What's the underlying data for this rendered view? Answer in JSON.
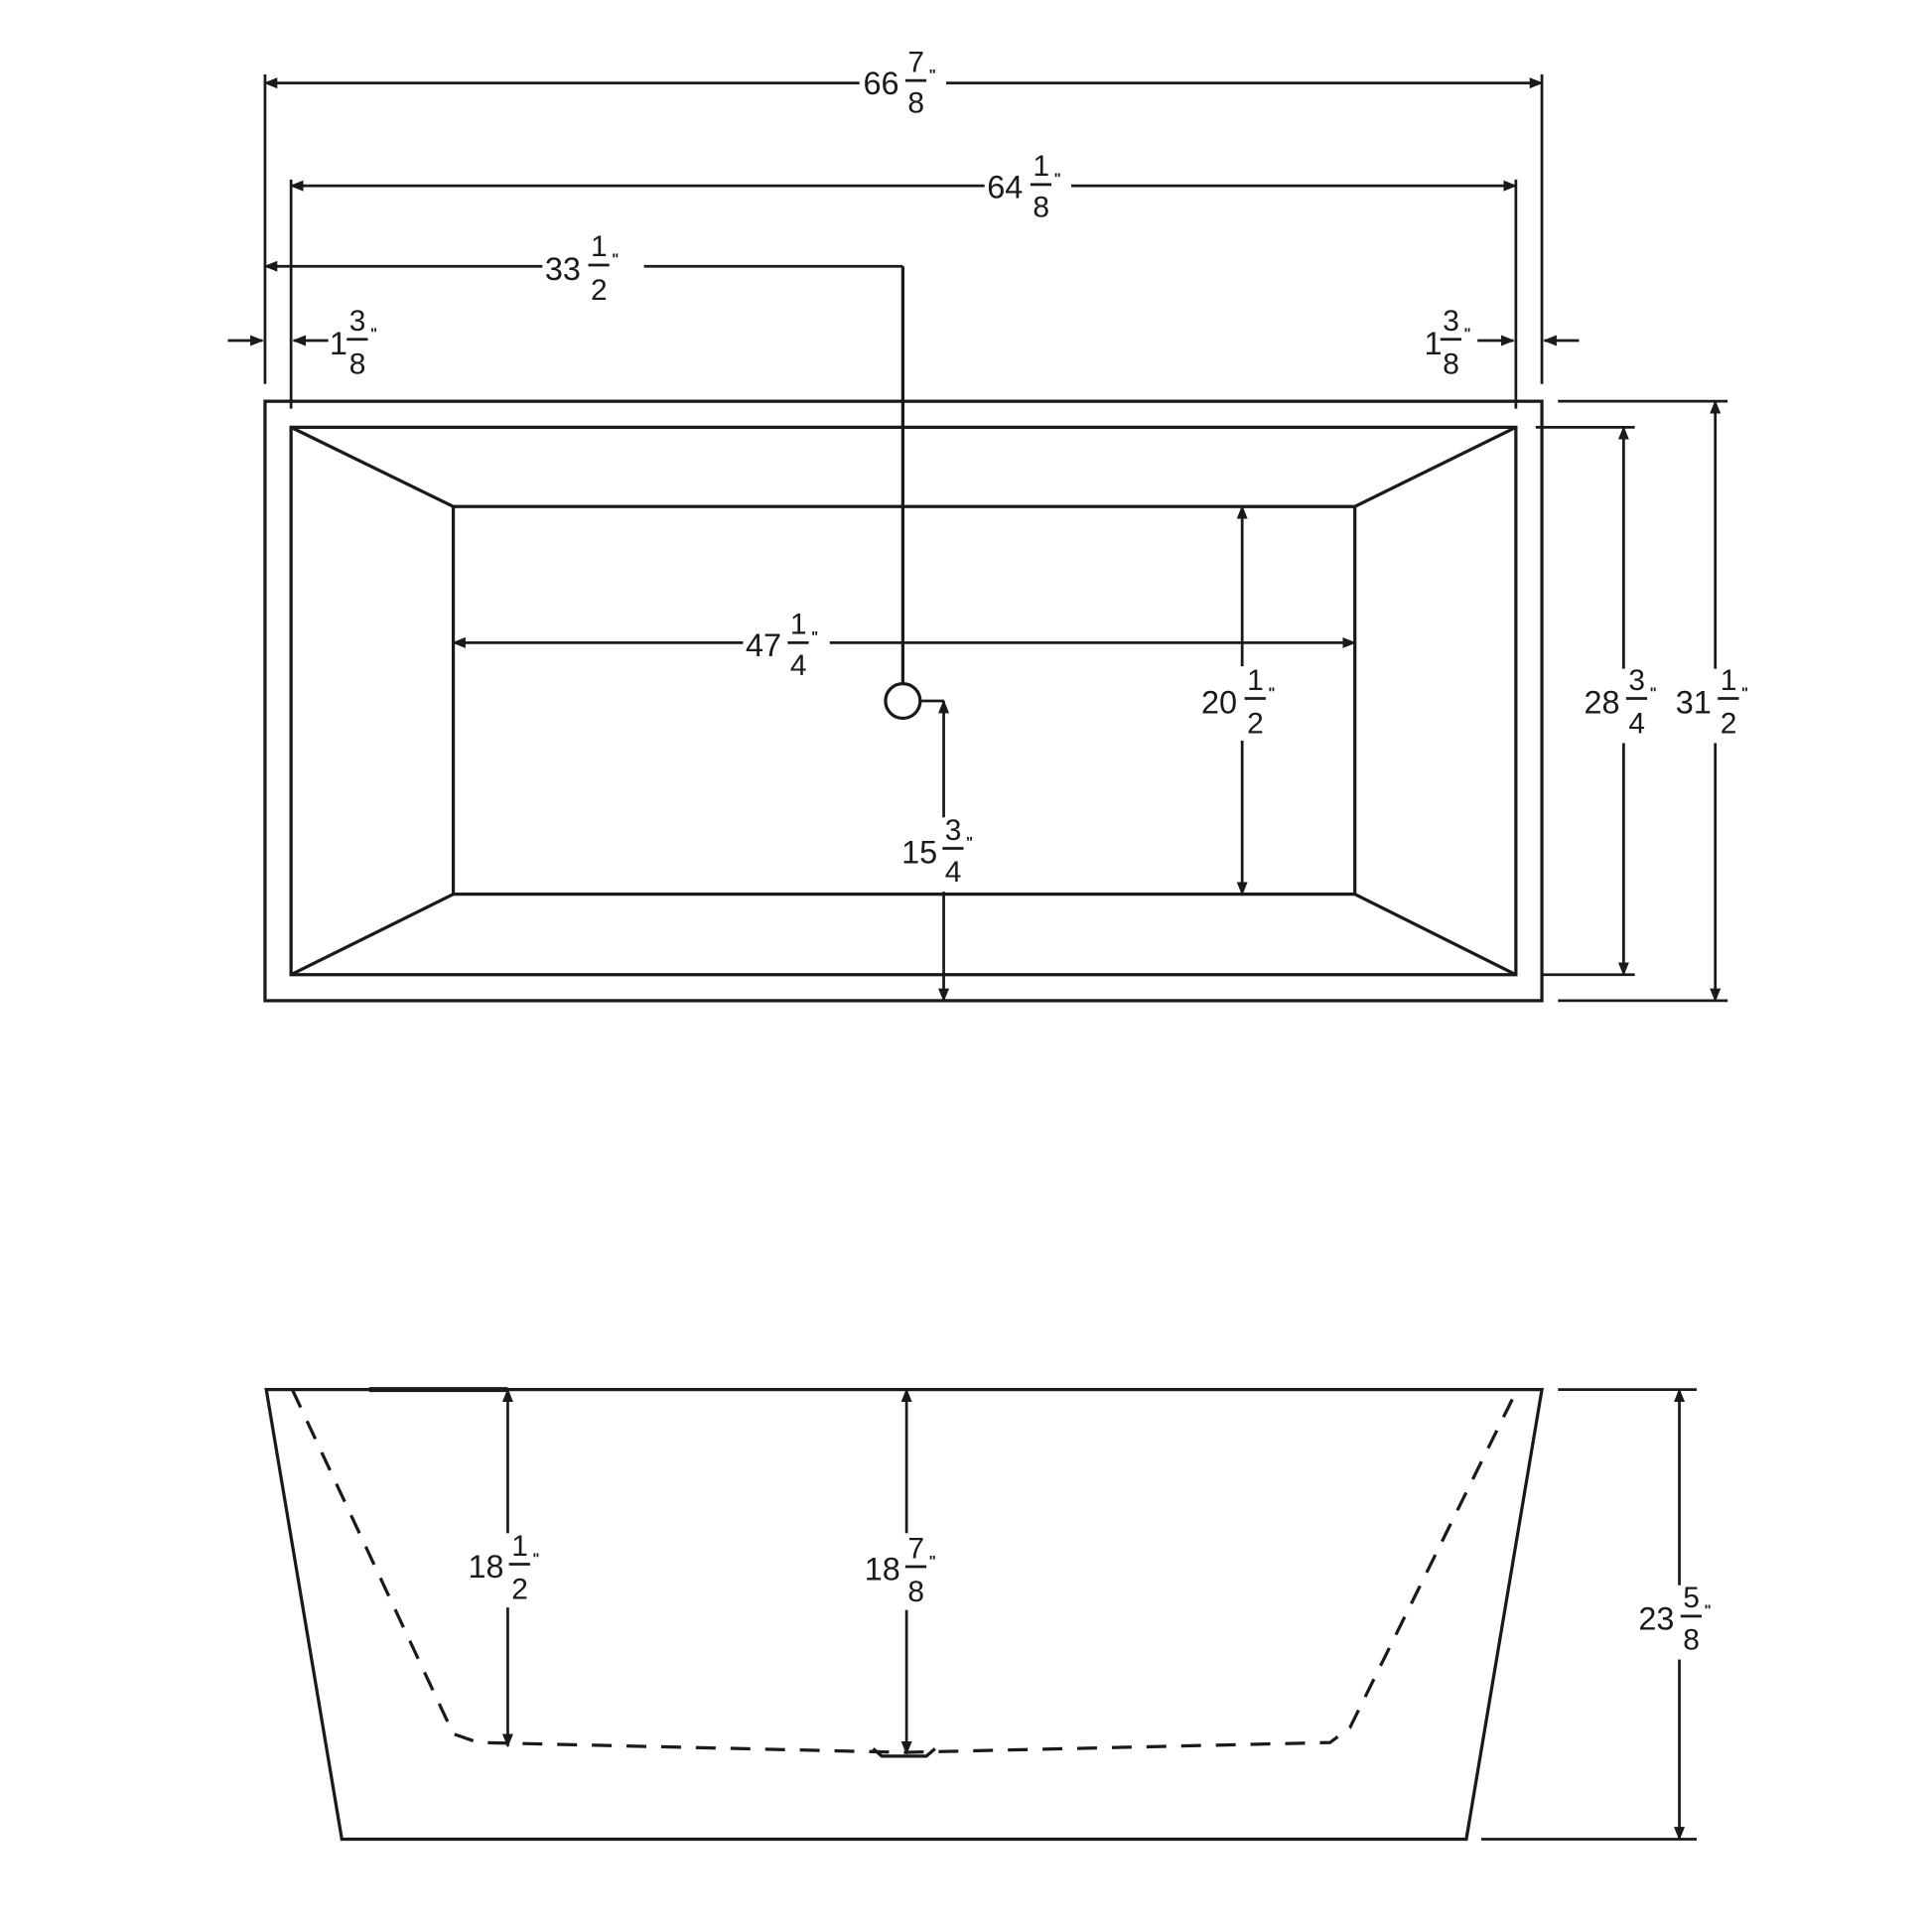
{
  "drawing": {
    "title": "Freestanding rectangular bathtub dimension drawing",
    "views": [
      "top-view",
      "side-view"
    ],
    "line_color": "#1a1a1a",
    "background": "#ffffff"
  },
  "top_view": {
    "dims": {
      "overall_length": {
        "whole": "66",
        "num": "7",
        "den": "8",
        "unit": "\"",
        "value_in": 66.875
      },
      "rim_length": {
        "whole": "64",
        "num": "1",
        "den": "8",
        "unit": "\"",
        "value_in": 64.125
      },
      "drain_from_left": {
        "whole": "33",
        "num": "1",
        "den": "2",
        "unit": "\"",
        "value_in": 33.5
      },
      "left_rim_thickness": {
        "whole": "1",
        "num": "3",
        "den": "8",
        "unit": "\"",
        "value_in": 1.375
      },
      "right_rim_thickness": {
        "whole": "1",
        "num": "3",
        "den": "8",
        "unit": "\"",
        "value_in": 1.375
      },
      "basin_length": {
        "whole": "47",
        "num": "1",
        "den": "4",
        "unit": "\"",
        "value_in": 47.25
      },
      "basin_width": {
        "whole": "20",
        "num": "1",
        "den": "2",
        "unit": "\"",
        "value_in": 20.5
      },
      "drain_from_front": {
        "whole": "15",
        "num": "3",
        "den": "4",
        "unit": "\"",
        "value_in": 15.75
      },
      "rim_width": {
        "whole": "28",
        "num": "3",
        "den": "4",
        "unit": "\"",
        "value_in": 28.75
      },
      "overall_width": {
        "whole": "31",
        "num": "1",
        "den": "2",
        "unit": "\"",
        "value_in": 31.5
      }
    }
  },
  "side_view": {
    "dims": {
      "interior_depth_side": {
        "whole": "18",
        "num": "1",
        "den": "2",
        "unit": "\"",
        "value_in": 18.5
      },
      "interior_depth_drain": {
        "whole": "18",
        "num": "7",
        "den": "8",
        "unit": "\"",
        "value_in": 18.875
      },
      "overall_height": {
        "whole": "23",
        "num": "5",
        "den": "8",
        "unit": "\"",
        "value_in": 23.625
      }
    }
  }
}
